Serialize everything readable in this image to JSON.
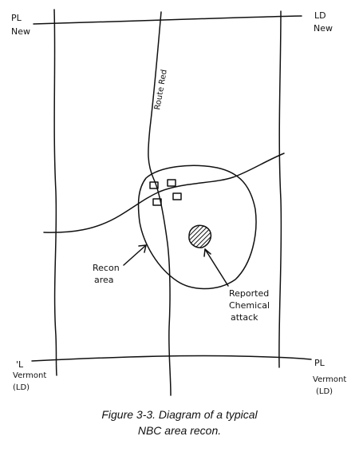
{
  "labels": {
    "pl_new_top": "PL",
    "pl_new_bottom": "New",
    "ld_new_top": "LD",
    "ld_new_bottom": "New",
    "road": "Route Red",
    "recon_top": "Recon",
    "recon_bottom": "area",
    "reported_1": "Reported",
    "reported_2": "Chemical",
    "reported_3": "attack",
    "pl_vermont_left_1": "'L",
    "pl_vermont_left_2": "Vermont",
    "pl_vermont_left_3": "(LD)",
    "pl_vermont_right_1": "PL",
    "pl_vermont_right_2": "Vermont",
    "pl_vermont_right_3": "(LD)"
  },
  "caption": {
    "line1": "Figure 3-3. Diagram of a typical",
    "line2": "NBC area recon."
  }
}
